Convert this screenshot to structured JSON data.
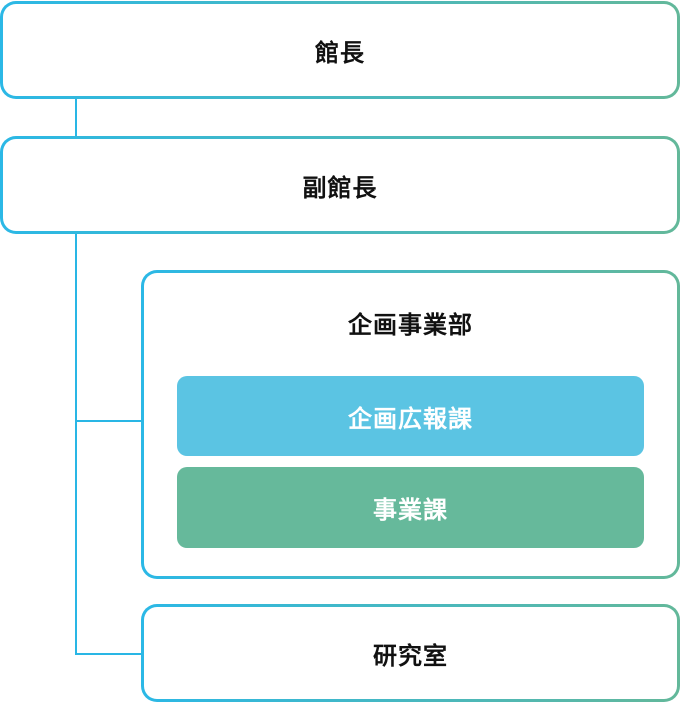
{
  "org_chart": {
    "director": "館長",
    "deputy_director": "副館長",
    "planning_department": {
      "label": "企画事業部",
      "sections": [
        {
          "label": "企画広報課",
          "color": "#5bc4e3"
        },
        {
          "label": "事業課",
          "color": "#66b99b"
        }
      ]
    },
    "research_office": "研究室"
  },
  "colors": {
    "border_start": "#2bb8e6",
    "border_end": "#63b89a",
    "connector": "#29b6e5"
  }
}
